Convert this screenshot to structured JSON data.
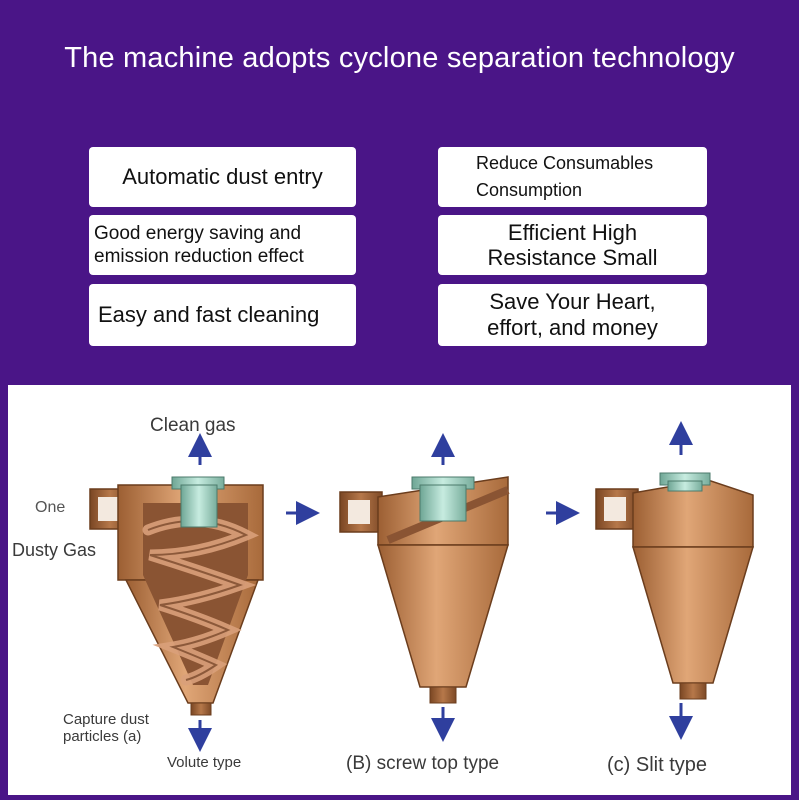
{
  "title": "The machine adopts cyclone separation technology",
  "features": {
    "automatic_dust_entry": "Automatic dust entry",
    "reduce_consumables_line1": "Reduce Consumables",
    "reduce_consumables_line2": "Consumption",
    "energy_saving_line1": "Good energy saving and",
    "energy_saving_line2": "emission reduction effect",
    "efficient_line1": "Efficient High",
    "efficient_line2": "Resistance Small",
    "easy_cleaning": "Easy and fast cleaning",
    "save_line1": "Save Your Heart,",
    "save_line2": "effort, and money"
  },
  "diagram": {
    "clean_gas": "Clean gas",
    "one": "One",
    "dusty_gas": "Dusty Gas",
    "capture_dust": "Capture dust particles (a)",
    "volute_type": "Volute type",
    "screw_top_type": "(B) screw top type",
    "slit_type": "(c)  Slit type"
  },
  "colors": {
    "background": "#4a1587",
    "body_copper": "#c98a55",
    "outlet_green": "#a9d6c6",
    "arrow_blue": "#2f3f9e"
  }
}
